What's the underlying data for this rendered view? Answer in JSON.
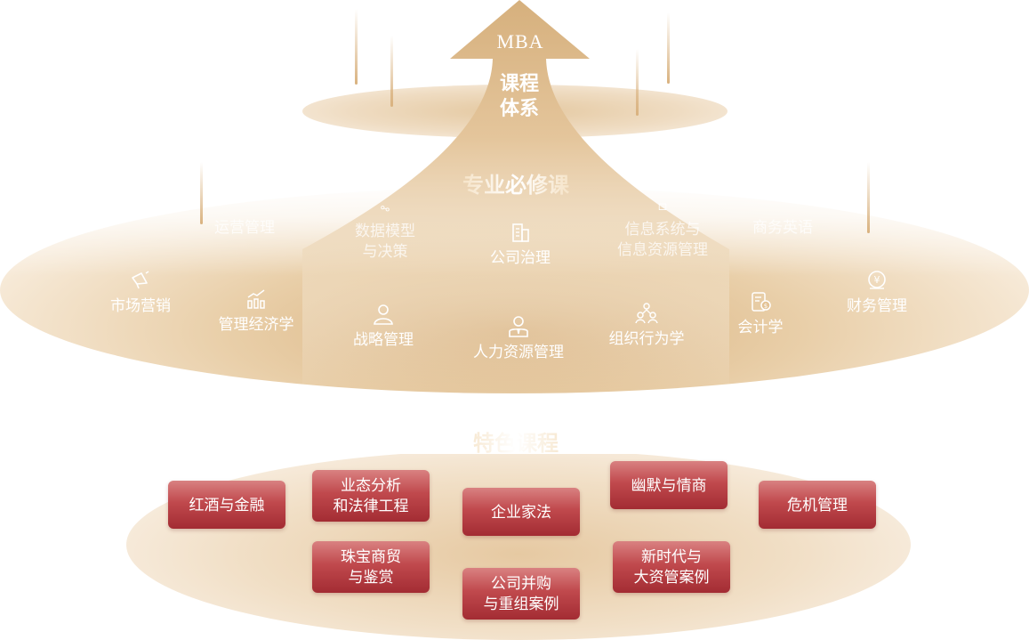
{
  "header": {
    "brand": "MBA",
    "title_line1": "课程",
    "title_line2": "体系"
  },
  "core": {
    "section_title": "专业必修课",
    "upper_row": [
      {
        "label": "运营管理",
        "icon": "gear-icon"
      },
      {
        "label": "数据模型\n与决策",
        "icon": "data-model-icon"
      },
      {
        "label": "公司治理",
        "icon": "building-icon"
      },
      {
        "label": "信息系统与\n信息资源管理",
        "icon": "document-icon"
      },
      {
        "label": "商务英语",
        "icon": "book-icon"
      }
    ],
    "lower_row": [
      {
        "label": "市场营销",
        "icon": "megaphone-icon"
      },
      {
        "label": "管理经济学",
        "icon": "bar-chart-growth-icon"
      },
      {
        "label": "战略管理",
        "icon": "person-icon"
      },
      {
        "label": "人力资源管理",
        "icon": "businessman-icon"
      },
      {
        "label": "组织行为学",
        "icon": "team-icon"
      },
      {
        "label": "会计学",
        "icon": "ledger-icon"
      },
      {
        "label": "财务管理",
        "icon": "yen-coin-icon"
      }
    ]
  },
  "special": {
    "section_title": "特色课程",
    "courses": [
      "红酒与金融",
      "业态分析\n和法律工程",
      "企业家法",
      "幽默与情商",
      "危机管理",
      "珠宝商贸\n与鉴赏",
      "公司并购\n与重组案例",
      "新时代与\n大资管案例"
    ]
  },
  "colors": {
    "gold": "#d9b27f",
    "gold_light": "#efdcc2",
    "red_top": "#d98181",
    "red_bottom": "#a32c33",
    "text_on_accent": "#ffffff"
  }
}
